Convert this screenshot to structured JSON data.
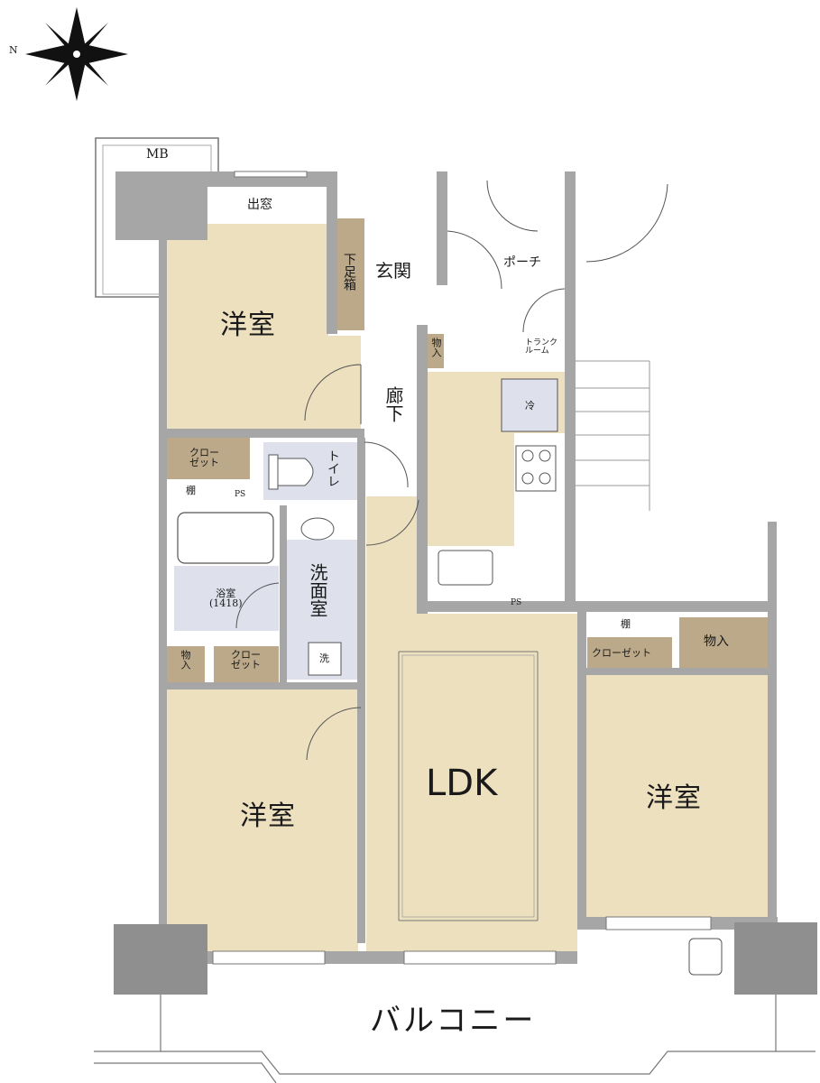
{
  "compass": {
    "north_label": "N"
  },
  "rooms": {
    "mb": "MB",
    "demado": "出窓",
    "yoshitsu_nw": "洋室",
    "shoe_box": "下足箱",
    "genkan": "玄関",
    "porch": "ポーチ",
    "monoire_small": "物入",
    "trunk_room": "トランク\nルーム",
    "rouka": "廊下",
    "fridge": "冷",
    "closet_nw": "クロー\nゼット",
    "tana_w": "棚",
    "ps_w": "PS",
    "toilet": "トイレ",
    "bath": "浴室\n(1418)",
    "senmen": "洗面室",
    "washer": "洗",
    "monoire_sw": "物入",
    "closet_sw": "クロー\nゼット",
    "yoshitsu_sw": "洋室",
    "ldk": "LDK",
    "ps_kitchen": "PS",
    "tana_e": "棚",
    "closet_e": "クローゼット",
    "monoire_e": "物入",
    "yoshitsu_e": "洋室",
    "balcony": "バルコニー"
  },
  "colors": {
    "room_fill": "#ede0bf",
    "wet_fill": "#dee1ec",
    "storage_fill": "#bca98a",
    "wall": "#a6a6a6",
    "pillar": "#8f8f8f",
    "line": "#555555"
  }
}
